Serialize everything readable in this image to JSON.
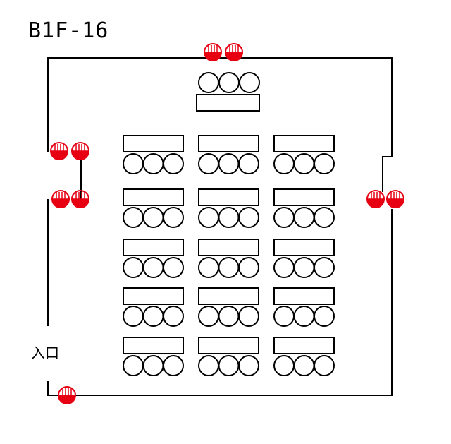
{
  "room": {
    "name": "B1F-16"
  },
  "entrance": {
    "label": "入口"
  },
  "colors": {
    "outlet": "#e60012",
    "line": "#000000",
    "background": "#ffffff"
  },
  "icons": {
    "outlet": "power-outlet-icon",
    "seat": "chair-icon",
    "desk": "desk-icon"
  },
  "layout": {
    "front_desk": {
      "desks": 1,
      "seats": 3
    },
    "student_desks": {
      "rows": 5,
      "columns": 3,
      "seats_per_desk": 3
    }
  }
}
